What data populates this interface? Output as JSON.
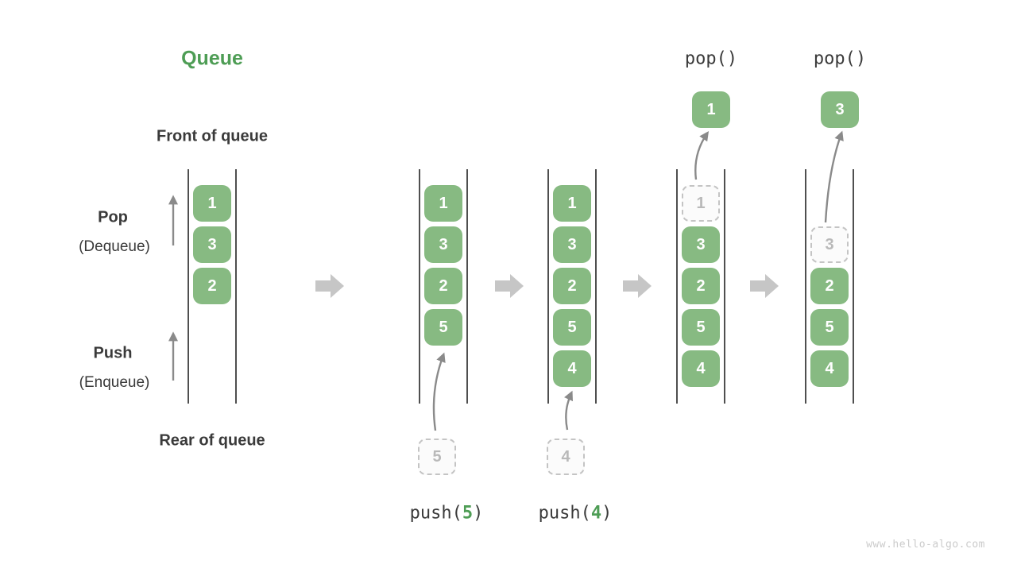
{
  "title": "Queue",
  "side_labels": {
    "front": "Front of queue",
    "rear": "Rear of queue",
    "pop_main": "Pop",
    "pop_sub": "(Dequeue)",
    "push_main": "Push",
    "push_sub": "(Enqueue)"
  },
  "watermark": "www.hello-algo.com",
  "colors": {
    "box_green": "#87ba82",
    "title_green": "#4e9d55",
    "op_green": "#4e9d55",
    "text_dark": "#3a3a3a",
    "rail": "#4f4f4f",
    "ghost_border": "#c4c4c4",
    "ghost_text": "#b9b9b9",
    "block_arrow": "#c6c6c6",
    "thin_arrow": "#8a8a8a"
  },
  "states": [
    {
      "items": [
        {
          "value": "1",
          "style": "solid",
          "slot": 0
        },
        {
          "value": "3",
          "style": "solid",
          "slot": 1
        },
        {
          "value": "2",
          "style": "solid",
          "slot": 2
        }
      ]
    },
    {
      "items": [
        {
          "value": "1",
          "style": "solid",
          "slot": 0
        },
        {
          "value": "3",
          "style": "solid",
          "slot": 1
        },
        {
          "value": "2",
          "style": "solid",
          "slot": 2
        },
        {
          "value": "5",
          "style": "solid",
          "slot": 3
        }
      ],
      "incoming": {
        "value": "5"
      },
      "op_bottom": {
        "prefix": "push(",
        "arg": "5",
        "suffix": ")"
      }
    },
    {
      "items": [
        {
          "value": "1",
          "style": "solid",
          "slot": 0
        },
        {
          "value": "3",
          "style": "solid",
          "slot": 1
        },
        {
          "value": "2",
          "style": "solid",
          "slot": 2
        },
        {
          "value": "5",
          "style": "solid",
          "slot": 3
        },
        {
          "value": "4",
          "style": "solid",
          "slot": 4
        }
      ],
      "incoming": {
        "value": "4"
      },
      "op_bottom": {
        "prefix": "push(",
        "arg": "4",
        "suffix": ")"
      }
    },
    {
      "items": [
        {
          "value": "1",
          "style": "ghost",
          "slot": 0
        },
        {
          "value": "3",
          "style": "solid",
          "slot": 1
        },
        {
          "value": "2",
          "style": "solid",
          "slot": 2
        },
        {
          "value": "5",
          "style": "solid",
          "slot": 3
        },
        {
          "value": "4",
          "style": "solid",
          "slot": 4
        }
      ],
      "popped": {
        "value": "1"
      },
      "op_top": "pop()"
    },
    {
      "items": [
        {
          "value": "3",
          "style": "ghost",
          "slot": 1
        },
        {
          "value": "2",
          "style": "solid",
          "slot": 2
        },
        {
          "value": "5",
          "style": "solid",
          "slot": 3
        },
        {
          "value": "4",
          "style": "solid",
          "slot": 4
        }
      ],
      "popped": {
        "value": "3"
      },
      "op_top": "pop()"
    }
  ]
}
